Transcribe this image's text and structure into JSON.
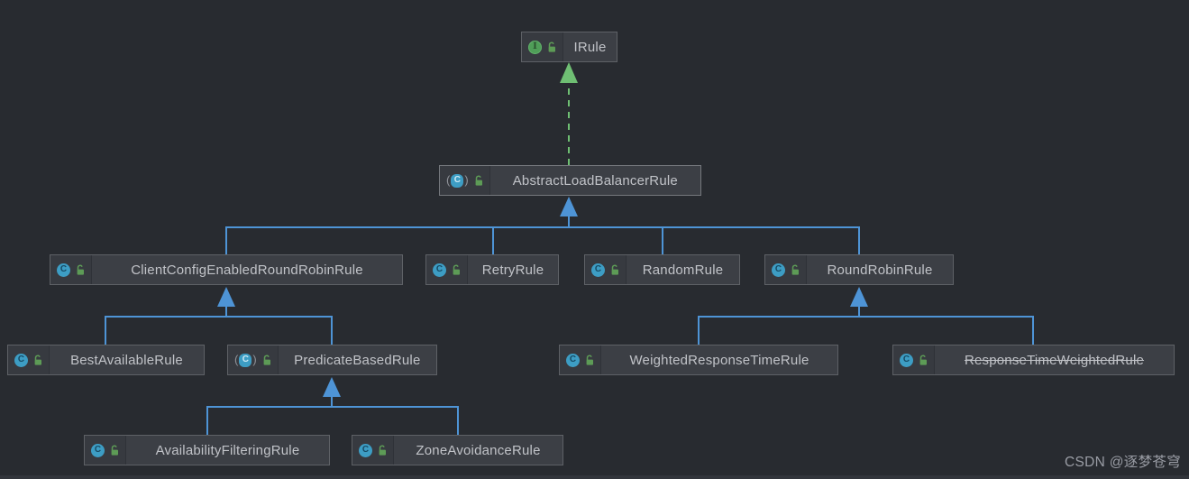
{
  "diagram": {
    "title": "Ribbon IRule load-balancing rule class hierarchy",
    "nodes": [
      {
        "id": "irule",
        "label": "IRule",
        "kind": "interface"
      },
      {
        "id": "abstract-load-balancer-rule",
        "label": "AbstractLoadBalancerRule",
        "kind": "abstract-class"
      },
      {
        "id": "client-config-enabled-round-robin-rule",
        "label": "ClientConfigEnabledRoundRobinRule",
        "kind": "class"
      },
      {
        "id": "retry-rule",
        "label": "RetryRule",
        "kind": "class"
      },
      {
        "id": "random-rule",
        "label": "RandomRule",
        "kind": "class"
      },
      {
        "id": "round-robin-rule",
        "label": "RoundRobinRule",
        "kind": "class"
      },
      {
        "id": "best-available-rule",
        "label": "BestAvailableRule",
        "kind": "class"
      },
      {
        "id": "predicate-based-rule",
        "label": "PredicateBasedRule",
        "kind": "abstract-class"
      },
      {
        "id": "weighted-response-time-rule",
        "label": "WeightedResponseTimeRule",
        "kind": "class"
      },
      {
        "id": "response-time-weighted-rule",
        "label": "ResponseTimeWeightedRule",
        "kind": "class",
        "deprecated": true
      },
      {
        "id": "availability-filtering-rule",
        "label": "AvailabilityFilteringRule",
        "kind": "class"
      },
      {
        "id": "zone-avoidance-rule",
        "label": "ZoneAvoidanceRule",
        "kind": "class"
      }
    ],
    "edges": [
      {
        "from": "AbstractLoadBalancerRule",
        "to": "IRule",
        "type": "realization",
        "style": "dashed",
        "color": "#6fbf73"
      },
      {
        "from": "ClientConfigEnabledRoundRobinRule",
        "to": "AbstractLoadBalancerRule",
        "type": "generalization",
        "style": "solid",
        "color": "#4e94d6"
      },
      {
        "from": "RetryRule",
        "to": "AbstractLoadBalancerRule",
        "type": "generalization",
        "style": "solid",
        "color": "#4e94d6"
      },
      {
        "from": "RandomRule",
        "to": "AbstractLoadBalancerRule",
        "type": "generalization",
        "style": "solid",
        "color": "#4e94d6"
      },
      {
        "from": "RoundRobinRule",
        "to": "AbstractLoadBalancerRule",
        "type": "generalization",
        "style": "solid",
        "color": "#4e94d6"
      },
      {
        "from": "BestAvailableRule",
        "to": "ClientConfigEnabledRoundRobinRule",
        "type": "generalization",
        "style": "solid",
        "color": "#4e94d6"
      },
      {
        "from": "PredicateBasedRule",
        "to": "ClientConfigEnabledRoundRobinRule",
        "type": "generalization",
        "style": "solid",
        "color": "#4e94d6"
      },
      {
        "from": "WeightedResponseTimeRule",
        "to": "RoundRobinRule",
        "type": "generalization",
        "style": "solid",
        "color": "#4e94d6"
      },
      {
        "from": "ResponseTimeWeightedRule",
        "to": "RoundRobinRule",
        "type": "generalization",
        "style": "solid",
        "color": "#4e94d6"
      },
      {
        "from": "AvailabilityFilteringRule",
        "to": "PredicateBasedRule",
        "type": "generalization",
        "style": "solid",
        "color": "#4e94d6"
      },
      {
        "from": "ZoneAvoidanceRule",
        "to": "PredicateBasedRule",
        "type": "generalization",
        "style": "solid",
        "color": "#4e94d6"
      }
    ],
    "icons": {
      "interface": "interface-icon",
      "class": "class-icon",
      "abstract_class": "abstract-class-icon",
      "visibility": "unlocked-icon"
    },
    "colors": {
      "background": "#282b30",
      "node_fill": "#3c3f45",
      "node_border": "#5e6166",
      "node_text": "#c1c3c8",
      "generalization_line": "#4e94d6",
      "realization_line": "#6fbf73",
      "interface_icon": "#4f9e58",
      "class_icon": "#3d9dc4",
      "lock_icon": "#5d9b56"
    }
  },
  "watermark": {
    "text": "CSDN @逐梦苍穹"
  }
}
